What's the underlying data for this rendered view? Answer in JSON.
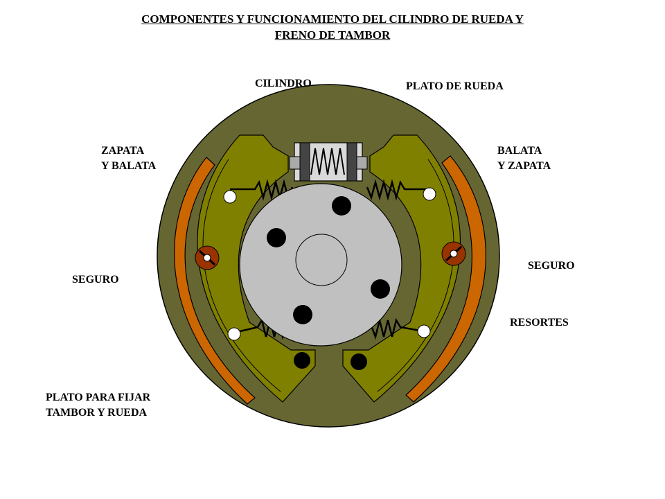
{
  "title": {
    "line1": "COMPONENTES Y FUNCIONAMIENTO DEL CILINDRO DE RUEDA Y",
    "line2": "FRENO DE TAMBOR"
  },
  "labels": {
    "cilindro": "CILINDRO",
    "plato_de_rueda": "PLATO DE RUEDA",
    "zapata_y_balata": [
      "ZAPATA",
      "Y BALATA"
    ],
    "balata_y_zapata": [
      "BALATA",
      "Y ZAPATA"
    ],
    "seguro_left": "SEGURO",
    "seguro_right": "SEGURO",
    "resortes": "RESORTES",
    "plato_para_fijar": [
      "PLATO PARA FIJAR",
      "TAMBOR Y RUEDA"
    ]
  },
  "colors": {
    "backing_plate": "#666633",
    "shoe": "#808000",
    "lining": "#cc6600",
    "seguro": "#993300",
    "hub": "#c0c0c0",
    "cylinder_body": "#d9d9d9"
  }
}
